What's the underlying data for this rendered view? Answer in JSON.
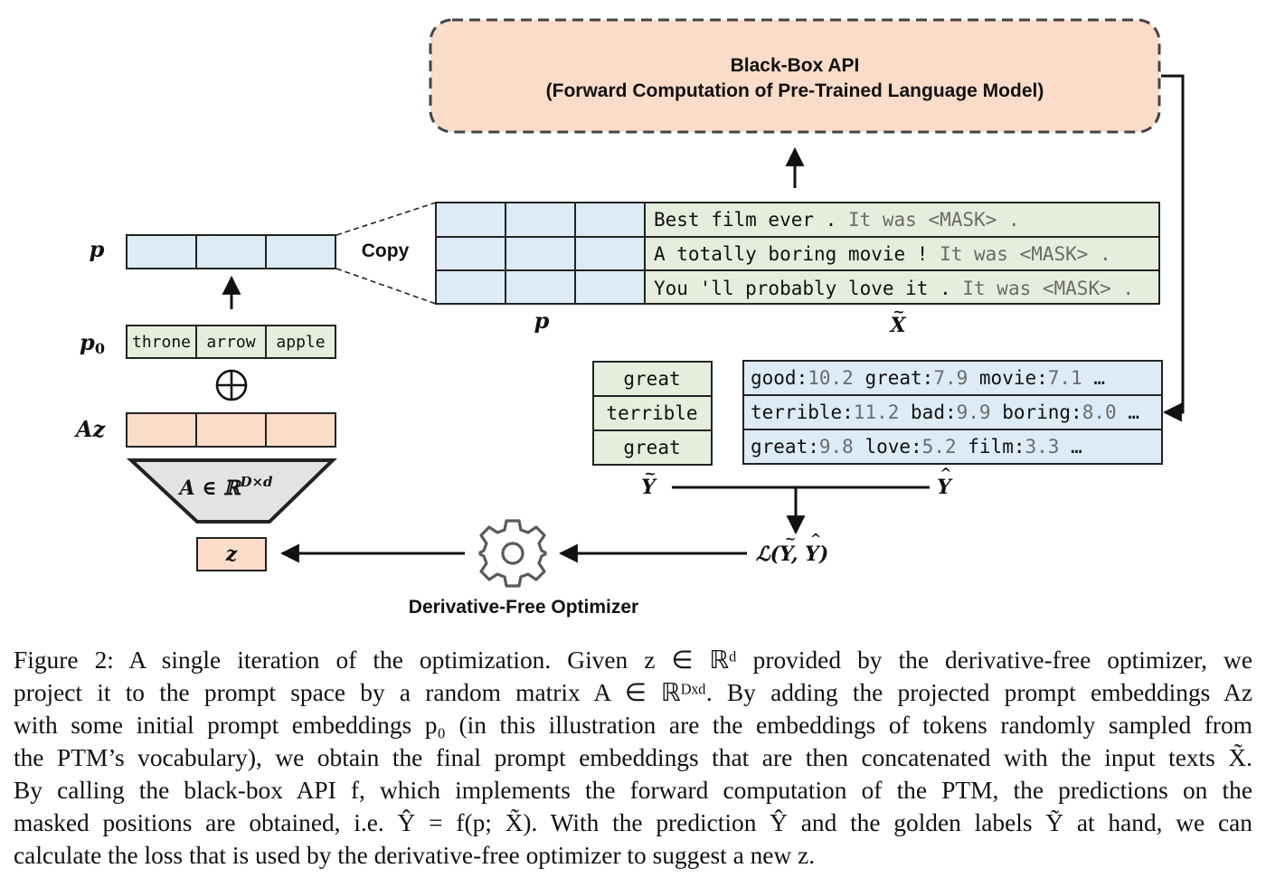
{
  "api": {
    "title": "Black-Box API",
    "subtitle": "(Forward Computation of Pre-Trained Language Model)"
  },
  "colors": {
    "prompt_cell": "#dcebf5",
    "token_cell": "#e5eddc",
    "az_cell": "#fadcc9",
    "api_box": "#fadcc9",
    "projection": "#e3e3e3",
    "number_gray": "#6b6b6b"
  },
  "left": {
    "p_label": "p",
    "p0_label": "p",
    "p0_sub": "0",
    "p0_tokens": [
      "throne",
      "arrow",
      "apple"
    ],
    "oplus": "⊕",
    "az_label": "Az",
    "projection_label": "A ∈ ℝ",
    "projection_sup": "D×d",
    "z_label": "z"
  },
  "copy_label": "Copy",
  "inputs": {
    "rows": [
      {
        "text": "Best film ever . ",
        "template": "It was <MASK> ."
      },
      {
        "text": "A totally boring movie ! ",
        "template": "It was <MASK> ."
      },
      {
        "text": "You 'll probably love it . ",
        "template": "It was <MASK> ."
      }
    ],
    "p_label": "p",
    "x_label": "X"
  },
  "labels": {
    "golden": [
      "great",
      "terrible",
      "great"
    ],
    "y_tilde": "Y"
  },
  "predictions": {
    "rows": [
      [
        {
          "w": "good:",
          "v": "10.2"
        },
        {
          "w": "great:",
          "v": "7.9"
        },
        {
          "w": "movie:",
          "v": "7.1"
        }
      ],
      [
        {
          "w": "terrible:",
          "v": "11.2"
        },
        {
          "w": "bad:",
          "v": "9.9"
        },
        {
          "w": "boring:",
          "v": "8.0"
        }
      ],
      [
        {
          "w": "great:",
          "v": "9.8"
        },
        {
          "w": "love:",
          "v": "5.2"
        },
        {
          "w": "film:",
          "v": "3.3"
        }
      ]
    ],
    "ellipsis": "…",
    "y_hat": "Y"
  },
  "loss": {
    "text": "ℒ(Y, Y)"
  },
  "optimizer": {
    "label": "Derivative-Free Optimizer"
  },
  "caption": {
    "lines": [
      "Figure 2: A single iteration of the optimization. Given z ∈ ℝᵈ provided by the derivative-free optimizer, we",
      "project it to the prompt space by a random matrix A ∈ ℝᴰˣᵈ. By adding the projected prompt embeddings Az",
      "with some initial prompt embeddings p₀ (in this illustration are the embeddings of tokens randomly sampled from",
      "the PTM’s vocabulary), we obtain the final prompt embeddings that are then concatenated with the input texts X̃.",
      "By calling the black-box API f, which implements the forward computation of the PTM, the predictions on the",
      "masked positions are obtained, i.e. Ŷ = f(p; X̃). With the prediction Ŷ and the golden labels Ỹ at hand, we can",
      "calculate the loss that is used by the derivative-free optimizer to suggest a new z."
    ]
  }
}
